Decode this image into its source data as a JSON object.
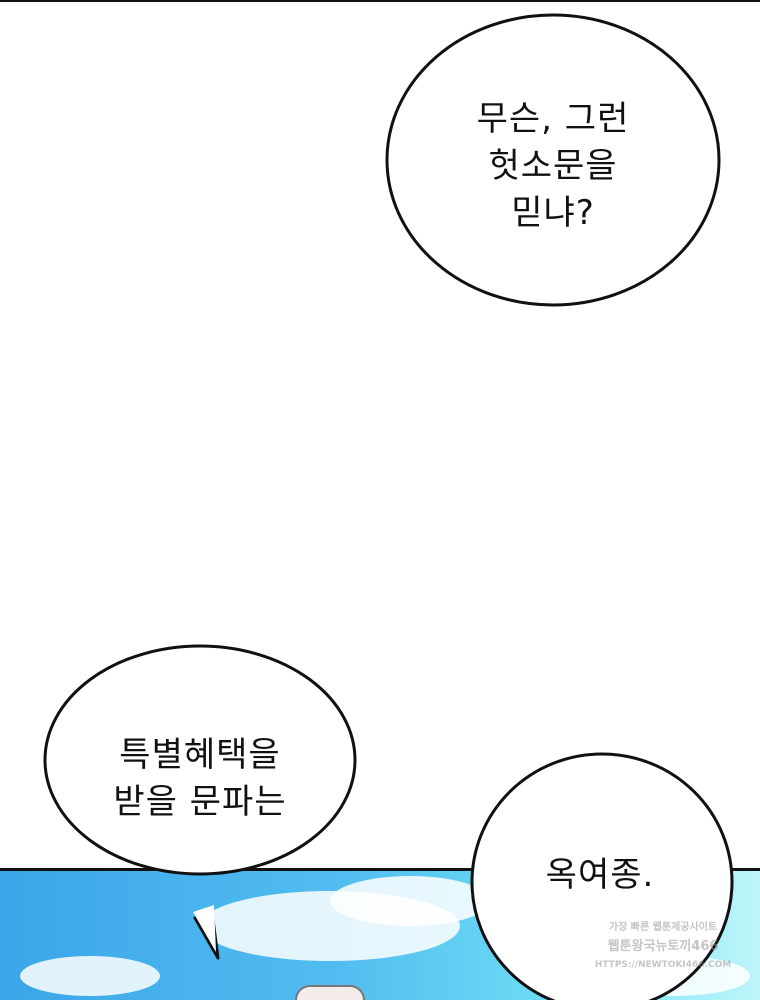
{
  "bubbles": [
    {
      "lines": [
        "무슨, 그런",
        "헛소문을",
        "믿냐?"
      ]
    },
    {
      "lines": [
        "특별혜택을",
        "받을 문파는"
      ]
    },
    {
      "lines": [
        "옥여종."
      ]
    }
  ],
  "watermark": {
    "lines": [
      "가장 빠른 웹툰제공사이트",
      "웹툰왕국뉴토끼466",
      "HTTPS://NEWTOKI466.COM"
    ]
  },
  "colors": {
    "sky": "#52bdf0",
    "ink": "#111111"
  }
}
